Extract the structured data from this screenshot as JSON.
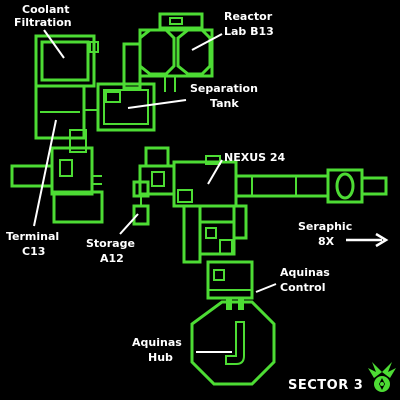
{
  "map": {
    "sector_label": "SECTOR 3",
    "colors": {
      "background": "#000000",
      "walls": "#4ddc34",
      "labels": "#ffffff",
      "emblem": "#4ddc34"
    },
    "rooms": [
      {
        "id": "coolant-filtration",
        "label_lines": [
          "Coolant",
          "Filtration"
        ]
      },
      {
        "id": "reactor-lab-b13",
        "label_lines": [
          "Reactor",
          "Lab B13"
        ]
      },
      {
        "id": "separation-tank",
        "label_lines": [
          "Separation",
          "Tank"
        ]
      },
      {
        "id": "nexus-24",
        "label_lines": [
          "NEXUS 24"
        ]
      },
      {
        "id": "terminal-c13",
        "label_lines": [
          "Terminal",
          "C13"
        ]
      },
      {
        "id": "storage-a12",
        "label_lines": [
          "Storage",
          "A12"
        ]
      },
      {
        "id": "seraphic-8x",
        "label_lines": [
          "Seraphic",
          "8X"
        ]
      },
      {
        "id": "aquinas-control",
        "label_lines": [
          "Aquinas",
          "Control"
        ]
      },
      {
        "id": "aquinas-hub",
        "label_lines": [
          "Aquinas",
          "Hub"
        ]
      }
    ],
    "exits": [
      {
        "id": "seraphic-8x-exit",
        "direction": "east",
        "icon": "arrow-right-icon"
      }
    ],
    "emblem_icon": "winged-emblem-icon"
  }
}
